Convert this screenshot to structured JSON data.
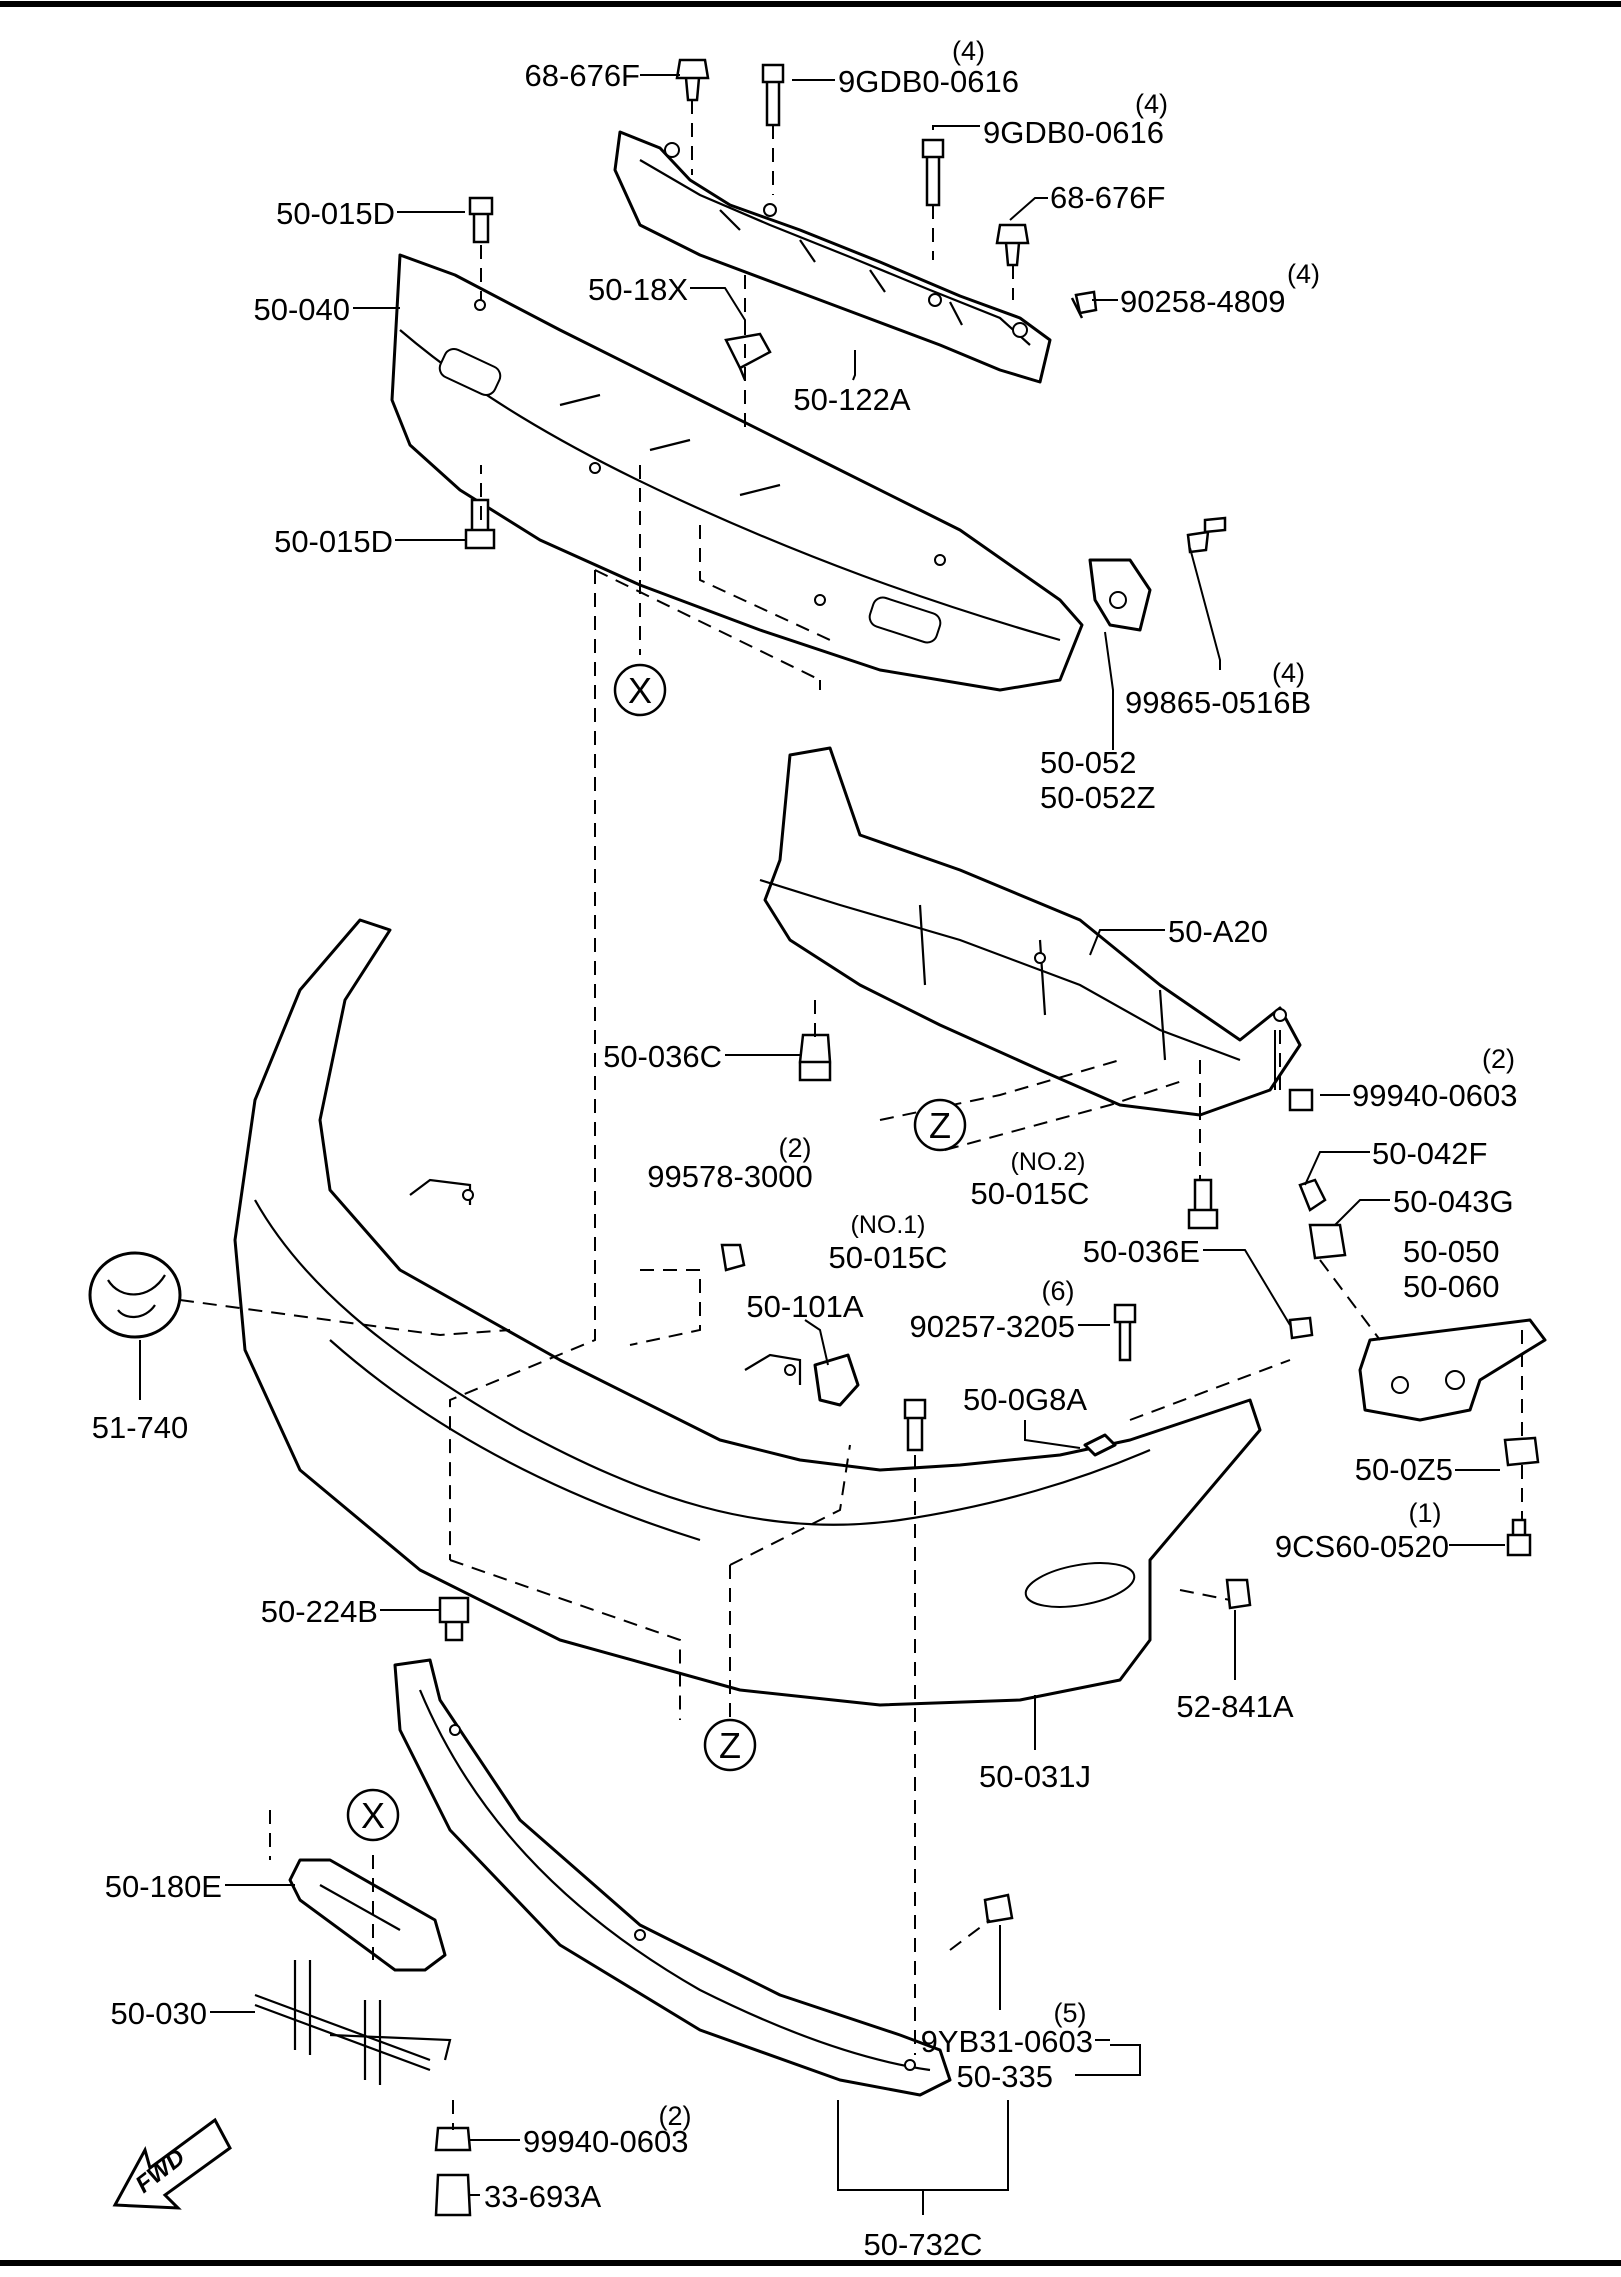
{
  "labels": {
    "p_68676F_a": "68-676F",
    "p_9GDB0_a": "9GDB0-0616",
    "q_9GDB0_a": "(4)",
    "p_9GDB0_b": "9GDB0-0616",
    "q_9GDB0_b": "(4)",
    "p_68676F_b": "68-676F",
    "p_50015D_a": "50-015D",
    "p_50040": "50-040",
    "p_5018X": "50-18X",
    "p_902584809": "90258-4809",
    "q_902584809": "(4)",
    "p_50122A": "50-122A",
    "p_50015D_b": "50-015D",
    "p_998650516B": "99865-0516B",
    "q_998650516B": "(4)",
    "p_50052": "50-052",
    "p_50052Z": "50-052Z",
    "p_50A20": "50-A20",
    "p_50036C": "50-036C",
    "p_999400603_a": "99940-0603",
    "q_999400603_a": "(2)",
    "p_995783000": "99578-3000",
    "q_995783000": "(2)",
    "s_no2": "(NO.2)",
    "p_50015C_b": "50-015C",
    "p_50042F": "50-042F",
    "p_50043G": "50-043G",
    "s_no1": "(NO.1)",
    "p_50015C_a": "50-015C",
    "p_50036E": "50-036E",
    "p_50050": "50-050",
    "p_50060": "50-060",
    "p_902573205": "90257-3205",
    "q_902573205": "(6)",
    "p_50101A": "50-101A",
    "p_51740": "51-740",
    "p_500G8A": "50-0G8A",
    "p_500Z5": "50-0Z5",
    "p_9CS600520": "9CS60-0520",
    "q_9CS600520": "(1)",
    "p_50224B": "50-224B",
    "p_52841A": "52-841A",
    "p_50031J": "50-031J",
    "p_50180E": "50-180E",
    "p_50030": "50-030",
    "p_9YB310603": "9YB31-0603",
    "q_9YB310603": "(5)",
    "p_50335": "50-335",
    "p_999400603_b": "99940-0603",
    "q_999400603_b": "(2)",
    "p_33693A": "33-693A",
    "p_50732C": "50-732C"
  },
  "callouts": {
    "x": "X",
    "z": "Z"
  },
  "fwd_label": "FWD"
}
